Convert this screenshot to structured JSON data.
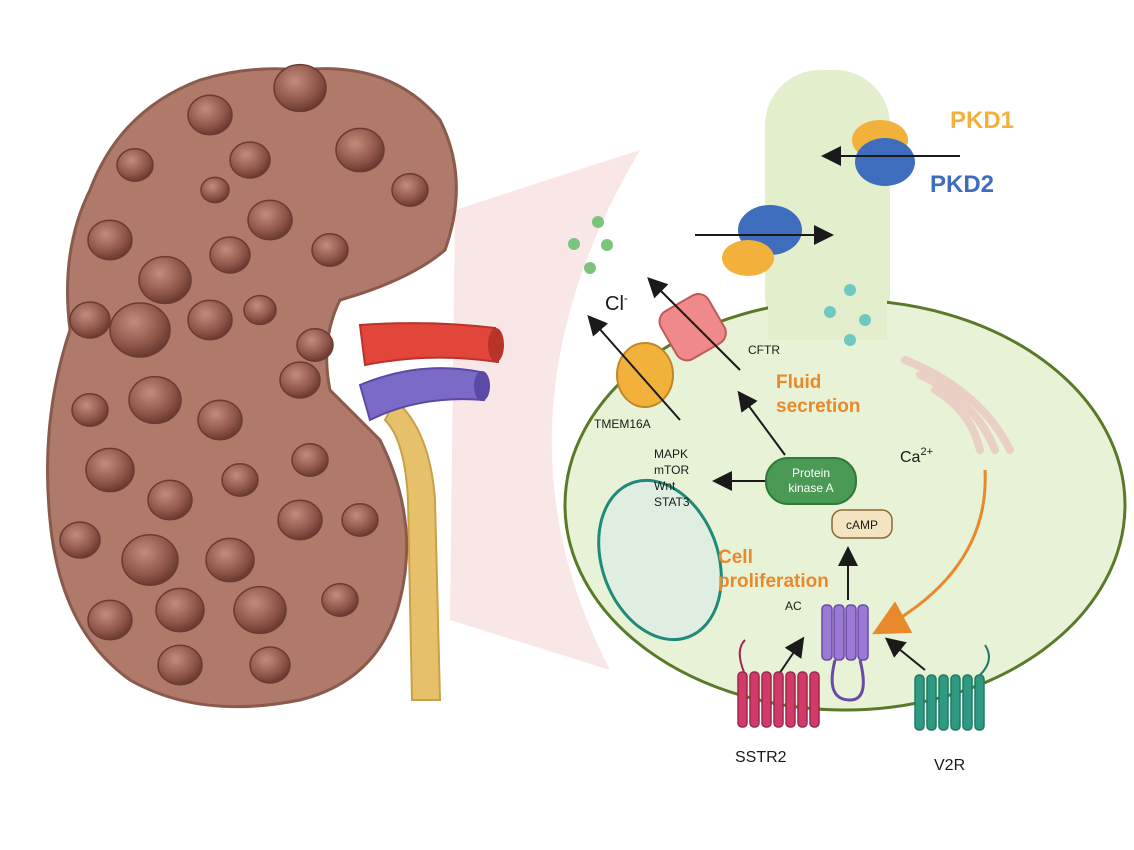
{
  "labels": {
    "pkd1": "PKD1",
    "pkd2": "PKD2",
    "cl": "Cl",
    "cl_sup": "-",
    "cftr": "CFTR",
    "tmem16a": "TMEM16A",
    "fluid_secretion_1": "Fluid",
    "fluid_secretion_2": "secretion",
    "mapk": "MAPK",
    "mtor": "mTOR",
    "wnt": "Wnt",
    "stat3": "STAT3",
    "protein_kinase_1": "Protein",
    "protein_kinase_2": "kinase A",
    "camp": "cAMP",
    "ca": "Ca",
    "ca_sup": "2+",
    "cell_prolif_1": "Cell",
    "cell_prolif_2": "proliferation",
    "ac": "AC",
    "sstr2": "SSTR2",
    "v2r": "V2R"
  },
  "colors": {
    "pkd1": "#f2b13a",
    "pkd2": "#3e6dbd",
    "fluid_secretion": "#e8892b",
    "cell_proliferation": "#e8892b",
    "cell_fill": "#e8f2d6",
    "cell_border": "#5a7a2a",
    "kidney": "#b07a6a",
    "artery": "#e2463a",
    "vein": "#7b6bc6",
    "ureter": "#e7c06a",
    "protein_kinase": "#4a9a55",
    "camp_box": "#f5e4c2",
    "sstr2": "#d23a6a",
    "v2r": "#2f9a82",
    "ac": "#9b7ad6",
    "cftr": "#f08a8a",
    "tmem16a": "#f2b13a"
  }
}
